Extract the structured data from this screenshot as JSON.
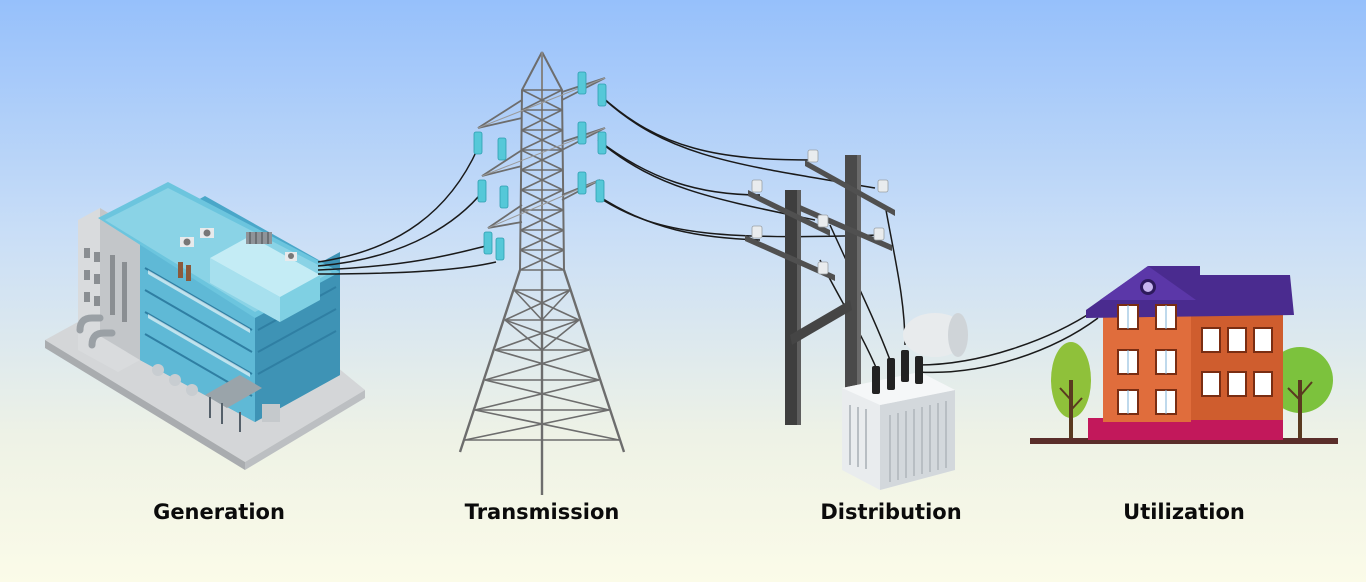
{
  "stages": [
    {
      "id": "generation",
      "label": "Generation"
    },
    {
      "id": "transmission",
      "label": "Transmission"
    },
    {
      "id": "distribution",
      "label": "Distribution"
    },
    {
      "id": "utilization",
      "label": "Utilization"
    }
  ],
  "colors": {
    "sky_top": "#96c0fb",
    "sky_bottom": "#fbfbe8",
    "building_glass": "#5fb9d6",
    "tower_steel": "#6d6d6d",
    "insulator": "#55c8d8",
    "pole": "#4a4a4a",
    "transformer": "#e9ecee",
    "house_wall": "#d8663a",
    "house_roof": "#4a2b8f",
    "tree": "#7cc23d"
  }
}
